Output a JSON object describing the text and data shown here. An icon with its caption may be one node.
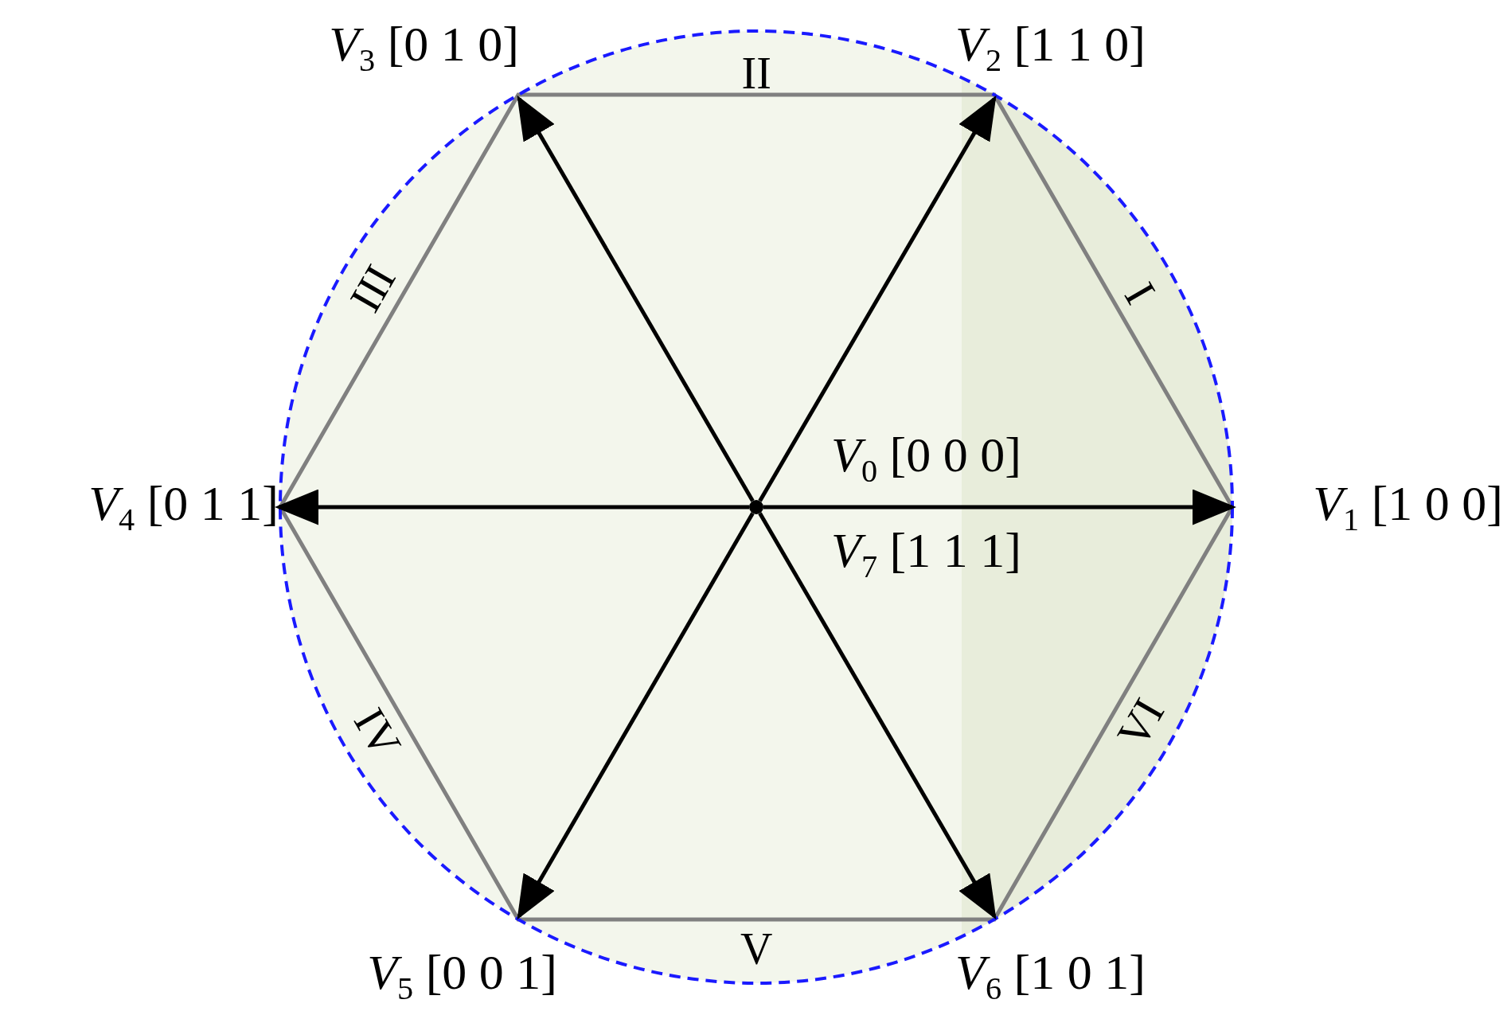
{
  "diagram": {
    "nodes": [
      {
        "text": [
          "*V*$_{3}$ [0 1 0]"
        ]
      },
      {
        "text": [
          "*V*$_{2}$ [1 1 0]"
        ]
      },
      {
        "text": [
          "*V*$_{4}$ [0 1 1]"
        ]
      },
      {
        "text": [],
        "shape": "circle",
        "beside": [
          "*V*$_{0}$ [0 0 0]",
          "*V*$_{7}$ [1 1 1]"
        ]
      },
      {
        "text": [
          "*V*$_{1}$ [1 0 0]"
        ]
      },
      {
        "text": [
          "*V*$_{5}$ [0 0 1]"
        ]
      },
      {
        "text": [
          "*V*$_{6}$ [1 0 1]"
        ]
      }
    ],
    "edges": [
      {
        "from": 3,
        "to": 4,
        "arrow": "to"
      },
      {
        "from": 3,
        "to": 1,
        "arrow": "to"
      },
      {
        "from": 3,
        "to": 0,
        "arrow": "to"
      },
      {
        "from": 3,
        "to": 2,
        "arrow": "to"
      },
      {
        "from": 3,
        "to": 5,
        "arrow": "to"
      },
      {
        "from": 3,
        "to": 6,
        "arrow": "to"
      }
    ],
    "labels": [
      "II",
      "III",
      "I",
      "IV",
      "VI",
      "V"
    ]
  }
}
